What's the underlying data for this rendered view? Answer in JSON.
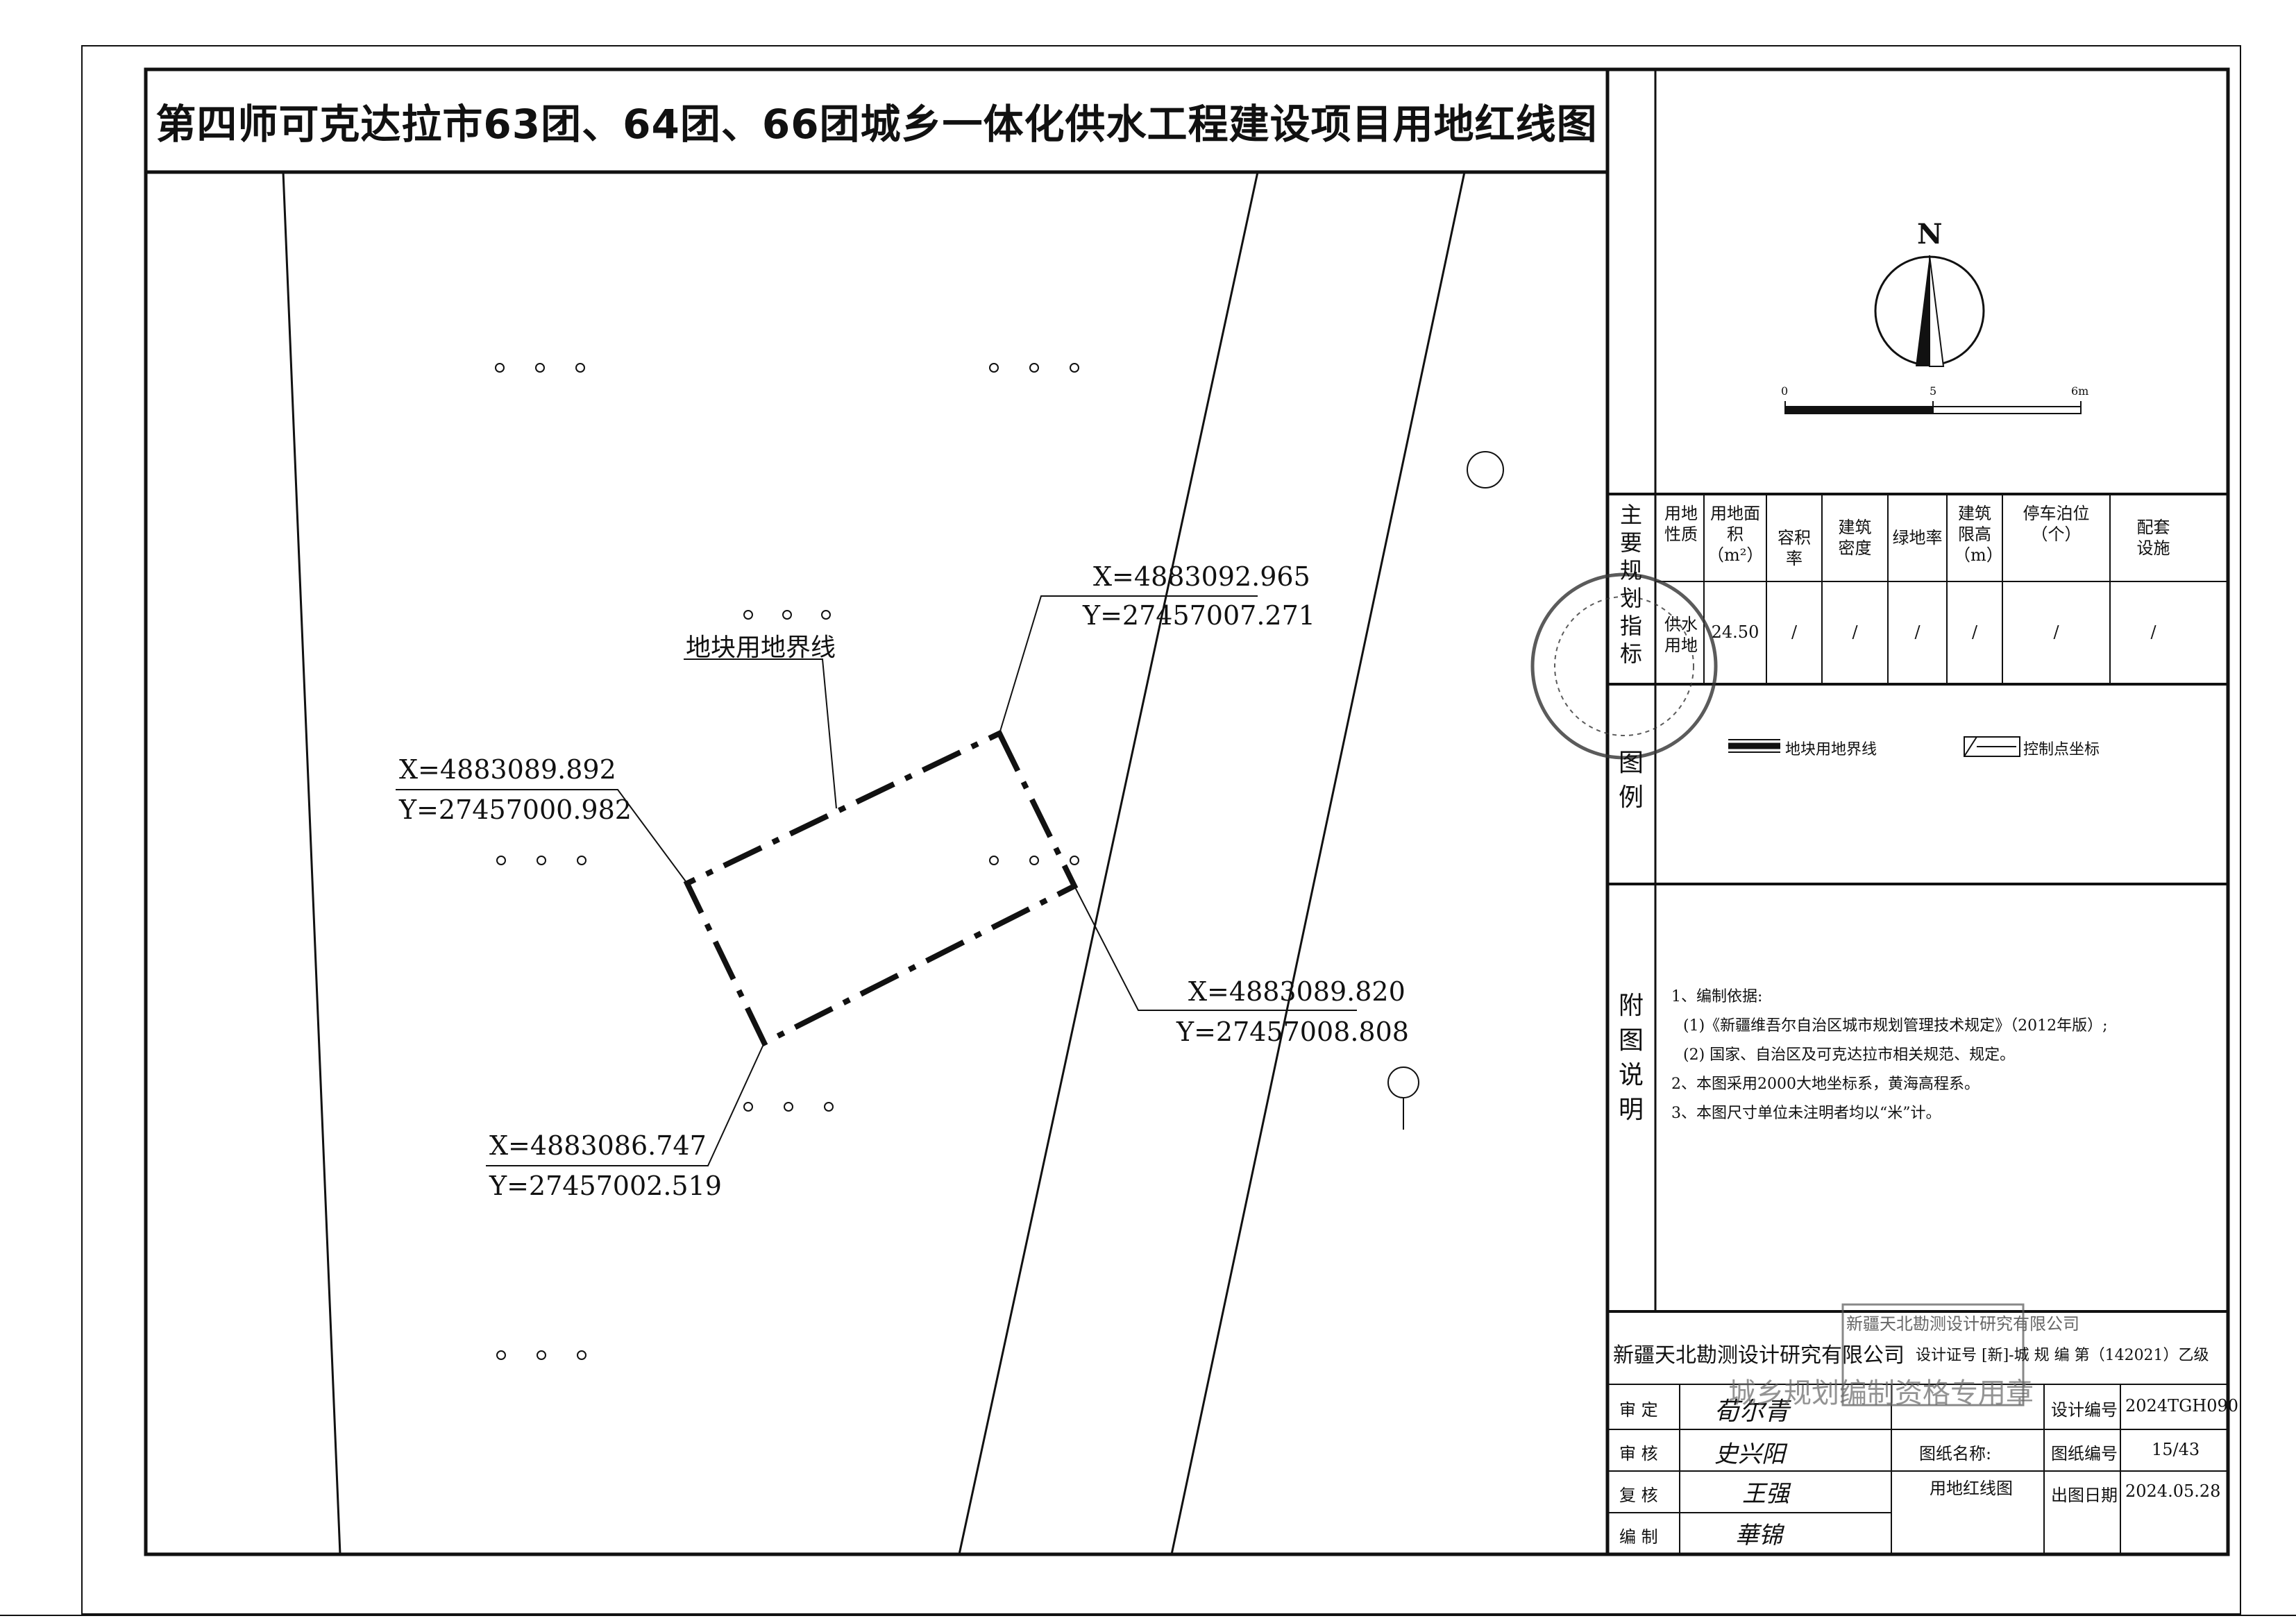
{
  "title": "第四师可克达拉市63团、64团、66团城乡一体化供水工程建设项目用地红线图",
  "map": {
    "boundary_label": "地块用地界线",
    "points": [
      {
        "x": "X=4883092.965",
        "y": "Y=27457007.271"
      },
      {
        "x": "X=4883089.892",
        "y": "Y=27457000.982"
      },
      {
        "x": "X=4883089.820",
        "y": "Y=27457008.808"
      },
      {
        "x": "X=4883086.747",
        "y": "Y=27457002.519"
      }
    ]
  },
  "north_arrow": {
    "letter": "N",
    "scale_labels": [
      "0",
      "5",
      "6m"
    ]
  },
  "indicators": {
    "side_label": "主要规划指标",
    "headers": [
      "用地性质",
      "用地面积（m²）",
      "容积率",
      "建筑密度",
      "绿地率",
      "建筑限高（m）",
      "停车泊位（个）",
      "配套设施"
    ],
    "values": [
      "供水用地",
      "24.50",
      "/",
      "/",
      "/",
      "/",
      "/",
      "/"
    ]
  },
  "legend": {
    "side_label": "图例",
    "items": [
      "地块用地界线",
      "控制点坐标"
    ]
  },
  "notes": {
    "side_label": "附图说明",
    "lines": [
      "1、编制依据:",
      "(1)《新疆维吾尔自治区城市规划管理技术规定》（2012年版）;",
      "(2) 国家、自治区及可克达拉市相关规范、规定。",
      "2、本图采用2000大地坐标系，黄海高程系。",
      "3、本图尺寸单位未注明者均以“米”计。"
    ]
  },
  "title_block": {
    "company": "新疆天北勘测设计研究有限公司",
    "cert": "设计证号 [新]-城 规 编 第（142021）乙级",
    "rows": [
      "审 定",
      "审 核",
      "复 核",
      "编 制"
    ],
    "signatures": [
      "荀尔青",
      "史兴阳",
      "王强",
      "華锦"
    ],
    "drawing_name_label": "图纸名称:",
    "drawing_name": "用地红线图",
    "design_no_label": "设计编号",
    "design_no": "2024TGH090",
    "sheet_no_label": "图纸编号",
    "sheet_no": "15/43",
    "date_label": "出图日期",
    "date": "2024.05.28"
  },
  "stamps": {
    "company_stamp": "新疆天北勘测设计研究有限公司",
    "plan_stamp": "城乡规划编制资格专用章"
  }
}
